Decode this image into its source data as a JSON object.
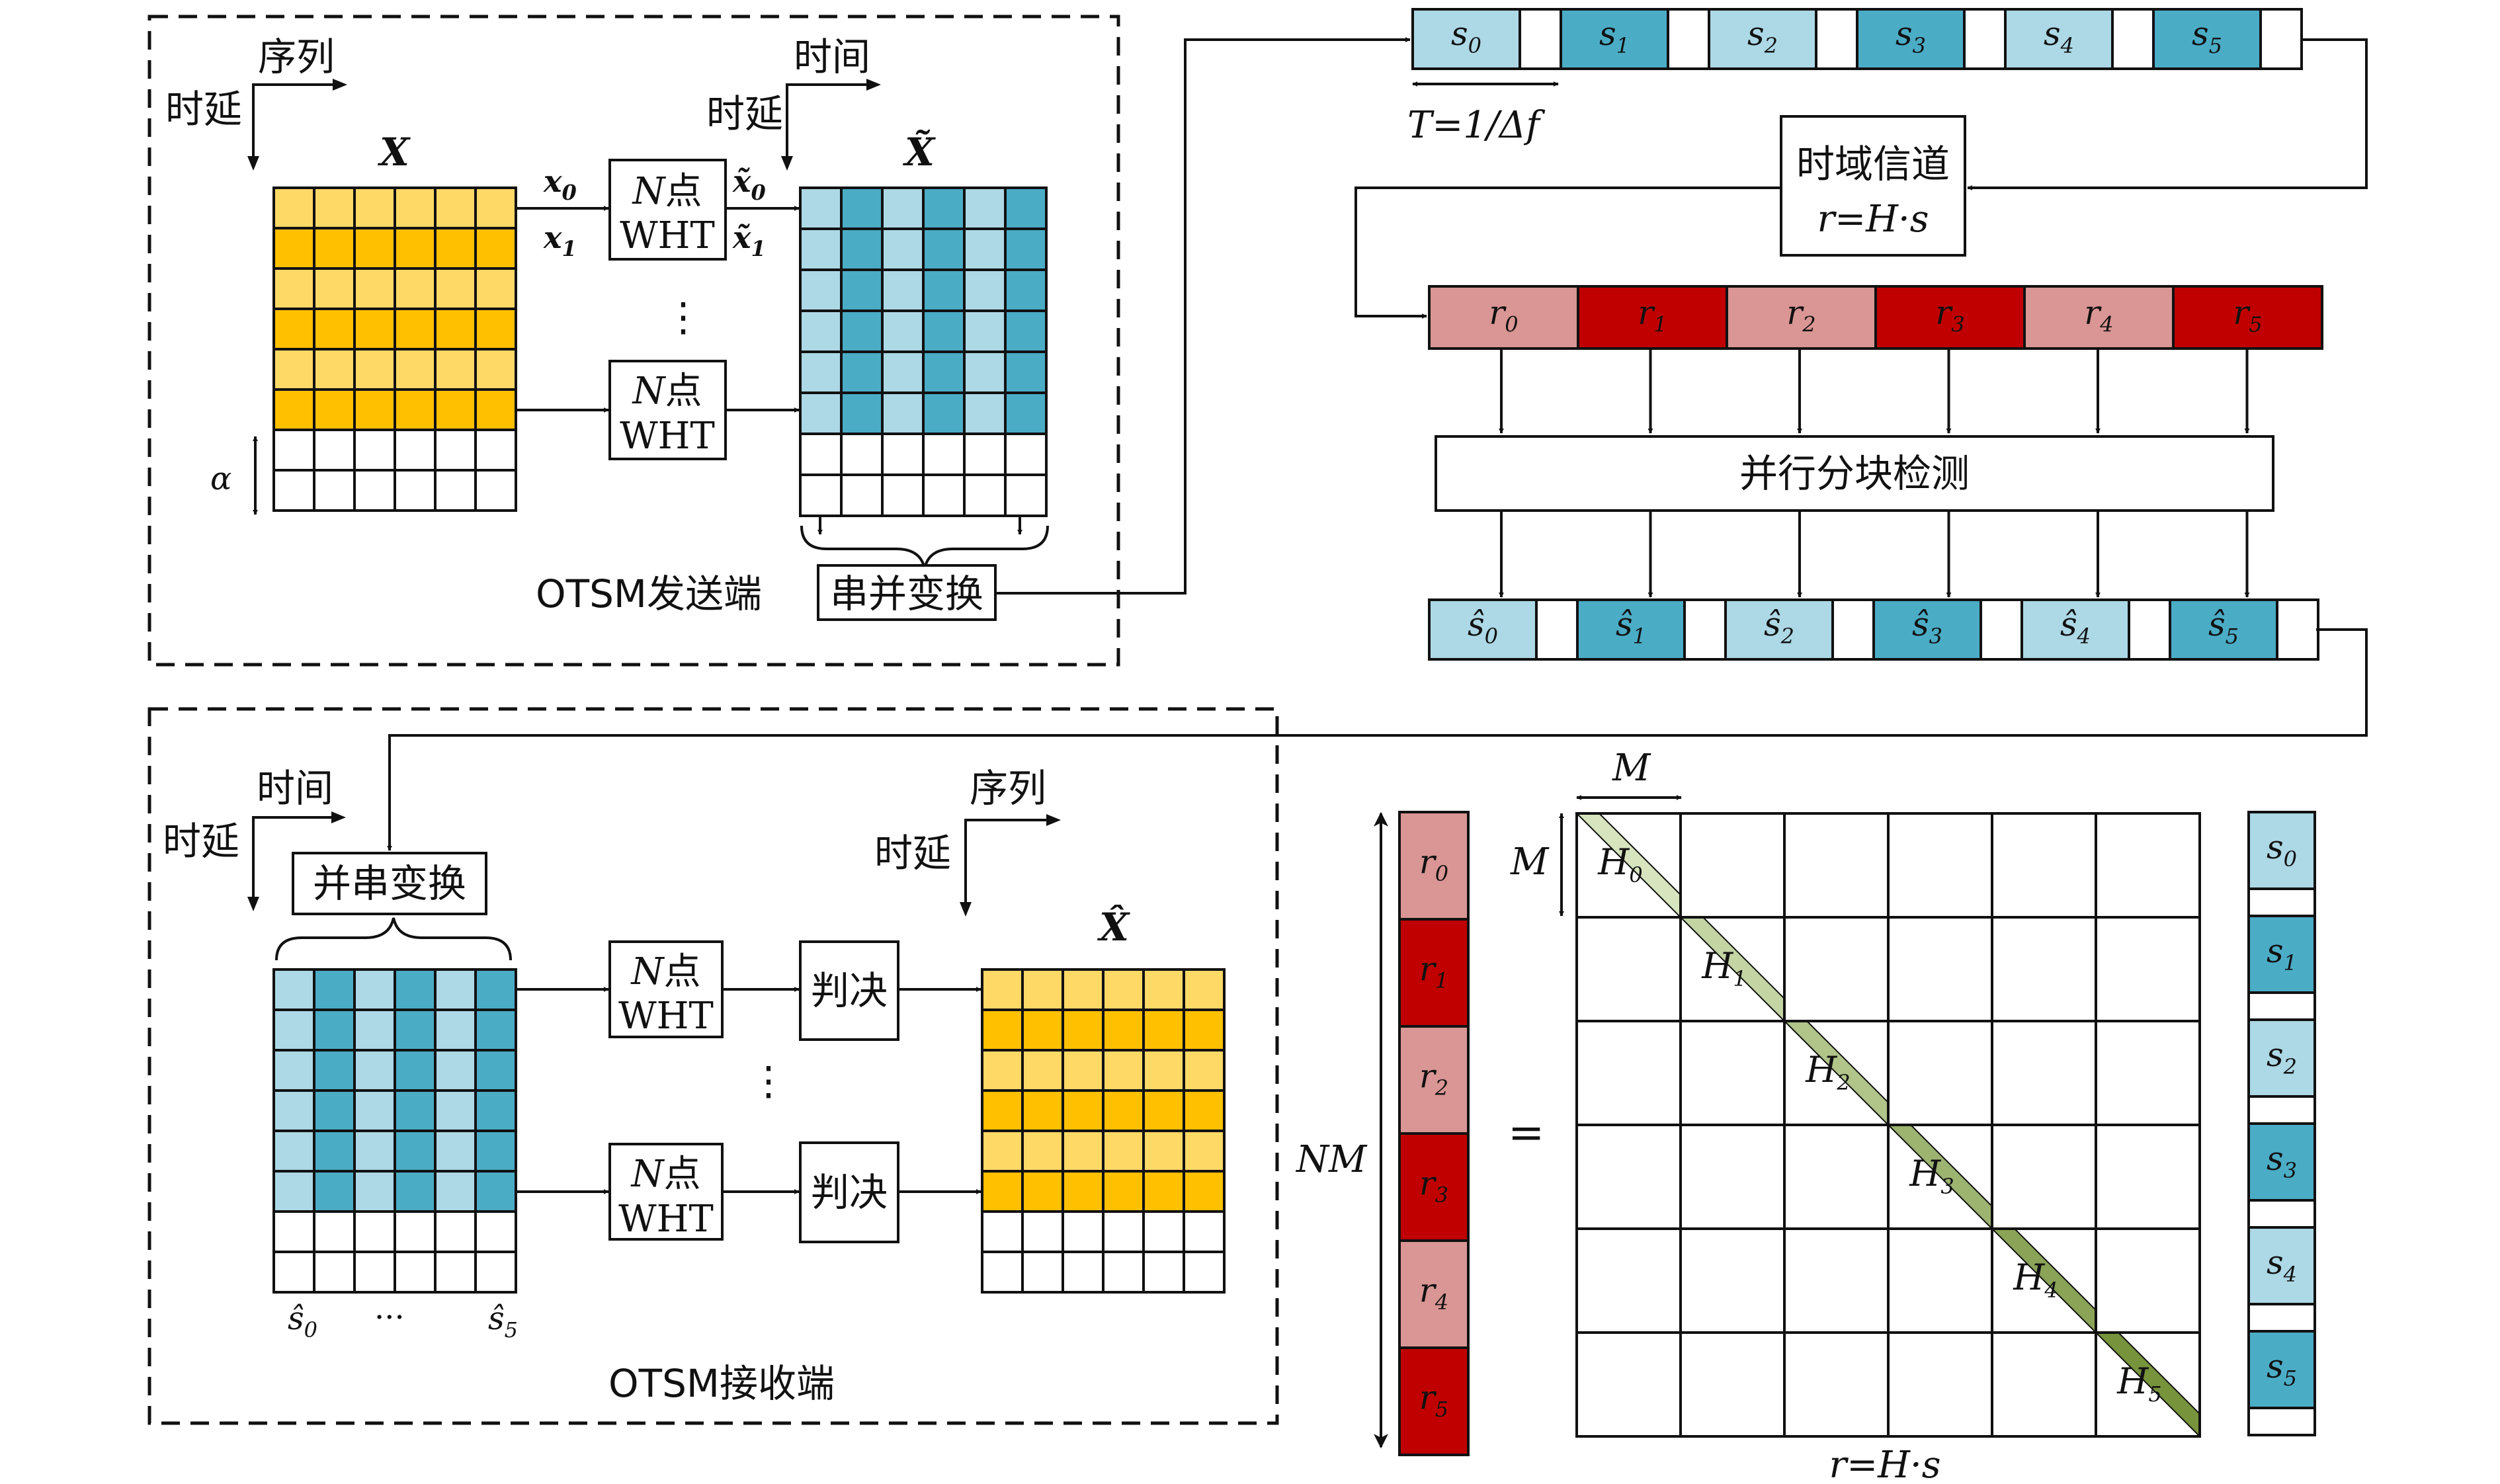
{
  "colors": {
    "yellow_light": "#FFD966",
    "yellow_dark": "#FFC000",
    "blue_light": "#ADD8E6",
    "blue_dark": "#4BACC6",
    "red_light": "#D99694",
    "red_dark": "#C00000",
    "green_light": "#D7E4BD",
    "green_dark": "#77933C",
    "line": "#111111"
  },
  "transmitter": {
    "label": "OTSM发送端",
    "axis_seq": "序列",
    "axis_delay": "时延",
    "axis_time": "时间",
    "axis_delay2": "时延",
    "matrix_label": "X",
    "matrix_tilde_label": "X̃",
    "alpha": "α",
    "x0": "x",
    "x0_sub": "0",
    "x1": "x",
    "x1_sub": "1",
    "xt0": "x̃",
    "xt0_sub": "0",
    "xt1": "x̃",
    "xt1_sub": "1",
    "wht_line1_n": "N",
    "wht_line1": "点",
    "wht_line2": "WHT",
    "dots": "⋮",
    "sp_convert": "串并变换"
  },
  "channel": {
    "slot_prefix": "s",
    "slot_subs": [
      "0",
      "1",
      "2",
      "3",
      "4",
      "5"
    ],
    "period": "T=1/Δf",
    "channel_box_line1": "时域信道",
    "channel_box_line2": "r=H·s",
    "r_prefix": "r",
    "detect_label": "并行分块检测",
    "shat_prefix": "ŝ"
  },
  "receiver": {
    "label": "OTSM接收端",
    "axis_time": "时间",
    "axis_delay": "时延",
    "axis_seq": "序列",
    "axis_delay2": "时延",
    "ps_convert": "并串变换",
    "decide": "判决",
    "matrix_hat_label": "X̂",
    "shat0": "ŝ",
    "shat0_sub": "0",
    "ellipsis": "···",
    "shat5": "ŝ",
    "shat5_sub": "5",
    "dots": "⋮"
  },
  "matrix_eq": {
    "NM": "NM",
    "M_top": "M",
    "M_left": "M",
    "equals": "=",
    "H_prefix": "H",
    "caption": "r=H·s"
  }
}
